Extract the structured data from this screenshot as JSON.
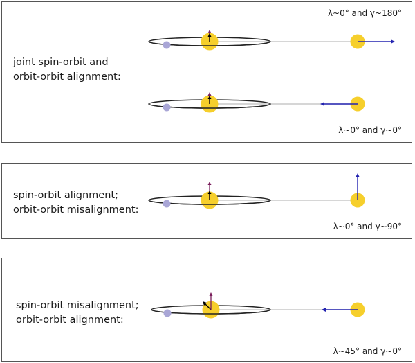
{
  "colors": {
    "star": "#f6cf2c",
    "companion": "#a9a6d6",
    "spin_arrow": "#7a1f5c",
    "orbit_arrow": "#2323b0",
    "separation_line": "#bdbdbd",
    "orbit_ring": "#222222",
    "frame": "#555555"
  },
  "panels": [
    {
      "label_lines": [
        "joint spin-orbit and",
        "orbit-orbit alignment:"
      ],
      "configs": [
        {
          "annotation": "λ~0° and γ~180°",
          "spin_angle_deg": 0,
          "orbit_vector": "right"
        },
        {
          "annotation": "λ~0° and γ~0°",
          "spin_angle_deg": 0,
          "orbit_vector": "left"
        }
      ]
    },
    {
      "label_lines": [
        "spin-orbit alignment;",
        "orbit-orbit misalignment:"
      ],
      "configs": [
        {
          "annotation": "λ~0° and γ~90°",
          "spin_angle_deg": 0,
          "orbit_vector": "up"
        }
      ]
    },
    {
      "label_lines": [
        "spin-orbit misalignment;",
        "orbit-orbit alignment:"
      ],
      "configs": [
        {
          "annotation": "λ~45° and γ~0°",
          "spin_angle_deg": -45,
          "orbit_vector": "left"
        }
      ]
    }
  ]
}
